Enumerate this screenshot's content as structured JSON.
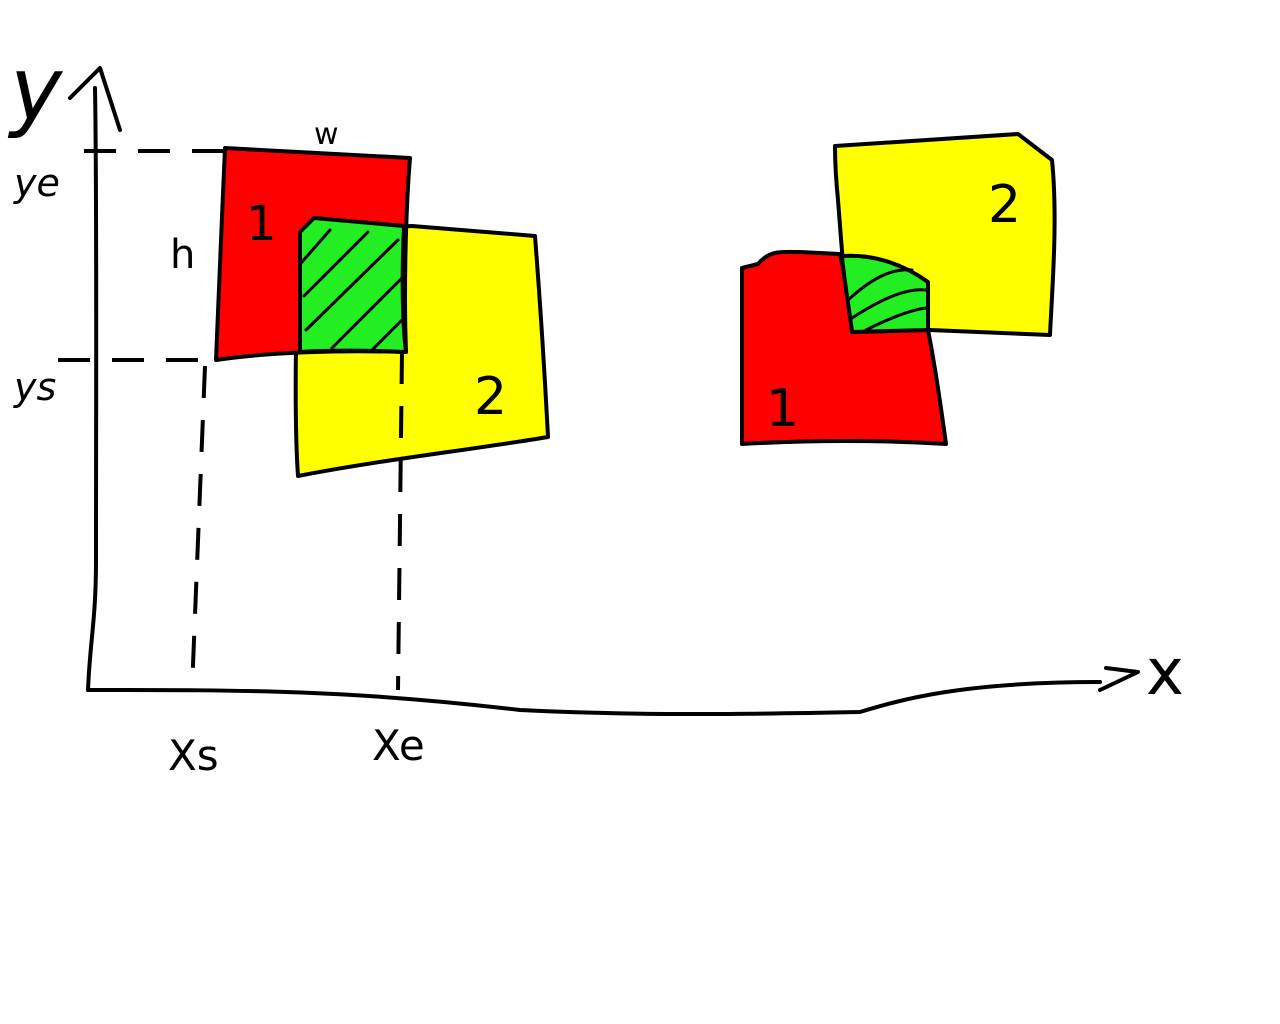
{
  "labels": {
    "y_axis": "y",
    "x_axis": "x",
    "ye": "ye",
    "ys": "ys",
    "xs": "Xs",
    "xe": "Xe",
    "w": "w",
    "h": "h",
    "left_rect1": "1",
    "left_rect2": "2",
    "right_rect1": "1",
    "right_rect2": "2"
  },
  "colors": {
    "rect1": "#ff0000",
    "rect2": "#ffff00",
    "overlap": "#22ee22",
    "stroke": "#000000",
    "background": "#ffffff"
  }
}
